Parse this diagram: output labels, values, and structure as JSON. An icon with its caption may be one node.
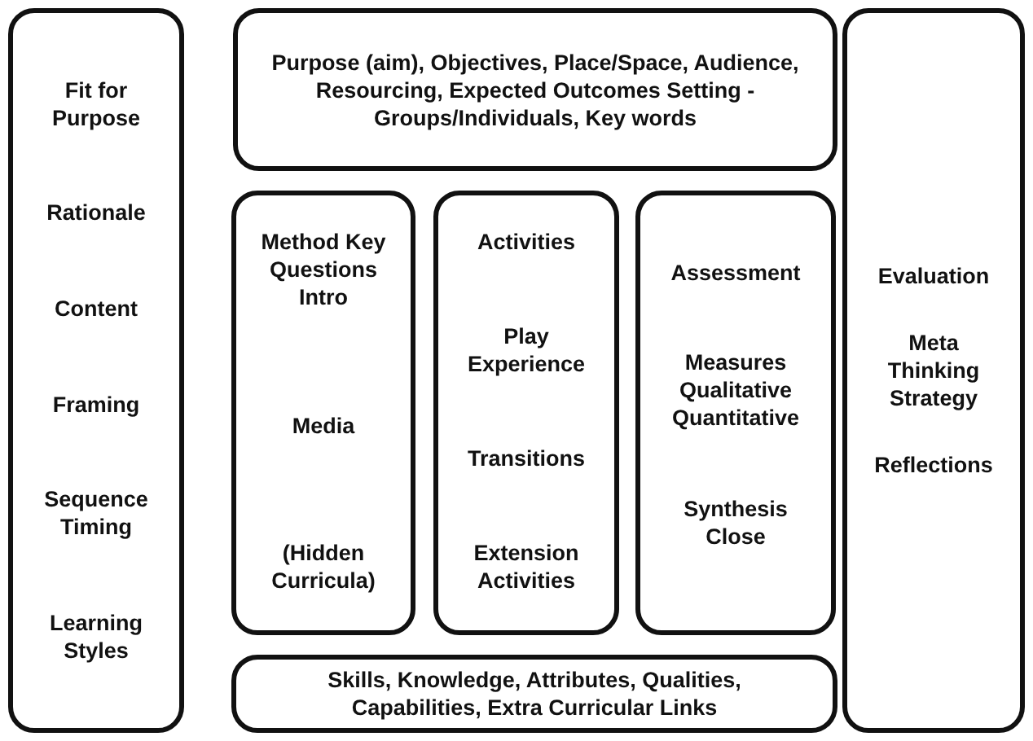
{
  "diagram": {
    "nodes": [
      {
        "text": [
          "Fit for Purpose",
          "Rationale",
          "Content",
          "Framing",
          "Sequence Timing",
          "Learning Styles"
        ]
      },
      {
        "text": [
          "Purpose (aim), Objectives, Place/Space, Audience, Resourcing, Expected Outcomes Setting - Groups/Individuals, Key words"
        ]
      },
      {
        "text": [
          "Method Key Questions Intro",
          "Media",
          "(Hidden Curricula)"
        ]
      },
      {
        "text": [
          "Activities",
          "Play Experience",
          "Transitions",
          "Extension Activities"
        ]
      },
      {
        "text": [
          "Assessment",
          "Measures Qualitative Quantitative",
          "Synthesis Close"
        ]
      },
      {
        "text": [
          "Skills, Knowledge, Attributes, Qualities, Capabilities, Extra Curricular Links"
        ]
      },
      {
        "text": [
          "Evaluation",
          "Meta Thinking Strategy",
          "Reflections"
        ]
      }
    ],
    "edges": []
  }
}
